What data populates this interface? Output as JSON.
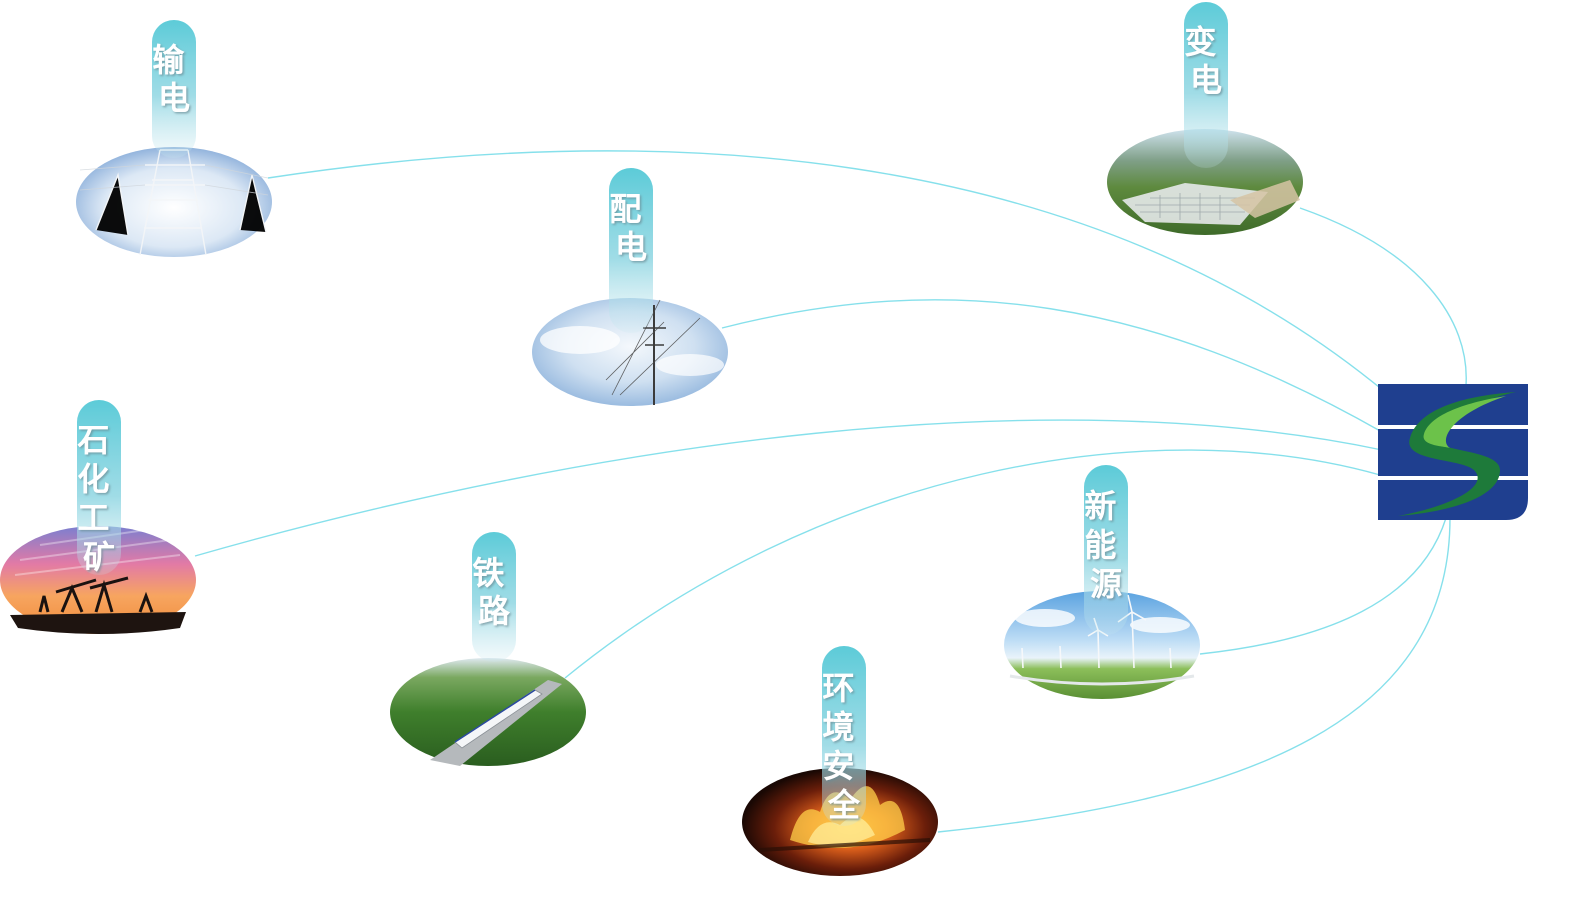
{
  "hub": {
    "name": "company-logo",
    "colors": {
      "blue": "#1f3f8f",
      "green_dark": "#1e7a3a",
      "green_light": "#6cc24a",
      "stripe": "#ffffff"
    }
  },
  "connector_color": "#5ed6e4",
  "nodes": [
    {
      "id": "shudian",
      "label": "输电",
      "image": "transmission-tower-sky"
    },
    {
      "id": "biandian",
      "label": "变电",
      "image": "substation-aerial-view"
    },
    {
      "id": "peidian",
      "label": "配电",
      "image": "distribution-pole-sky"
    },
    {
      "id": "shihua",
      "label": "石化工矿",
      "image": "oil-pumpjack-sunset"
    },
    {
      "id": "tielu",
      "label": "铁路",
      "image": "high-speed-train"
    },
    {
      "id": "xinnengyuan",
      "label": "新能源",
      "image": "wind-turbines-field"
    },
    {
      "id": "huanjing",
      "label": "环境安全",
      "image": "fire-flames"
    }
  ]
}
